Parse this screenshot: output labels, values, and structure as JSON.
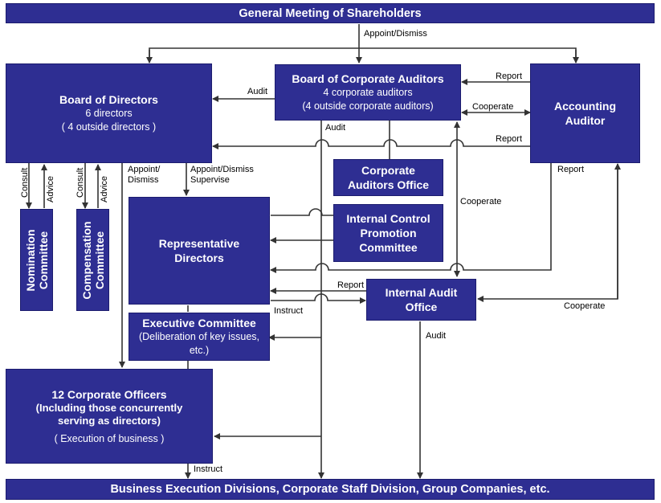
{
  "shareholders": "General Meeting of Shareholders",
  "board_directors": {
    "title": "Board of Directors",
    "line1": "6 directors",
    "line2": "( 4 outside directors )"
  },
  "board_auditors": {
    "title": "Board of Corporate Auditors",
    "line1": "4 corporate auditors",
    "line2": "(4 outside corporate auditors)"
  },
  "accounting_auditor": {
    "line1": "Accounting",
    "line2": "Auditor"
  },
  "auditors_office": {
    "line1": "Corporate",
    "line2": "Auditors Office"
  },
  "internal_control": {
    "line1": "Internal Control",
    "line2": "Promotion",
    "line3": "Committee"
  },
  "nomination": {
    "line1": "Nomination",
    "line2": "Committee"
  },
  "compensation": {
    "line1": "Compensation",
    "line2": "Committee"
  },
  "representative": {
    "line1": "Representative",
    "line2": "Directors"
  },
  "internal_audit": {
    "line1": "Internal Audit",
    "line2": "Office"
  },
  "executive": {
    "title": "Executive Committee",
    "line1": "(Deliberation of key issues,",
    "line2": "etc.)"
  },
  "officers": {
    "title": "12 Corporate Officers",
    "line1": "(Including those concurrently",
    "line2": "serving as directors)",
    "line3": "( Execution of business )"
  },
  "bottom": "Business Execution Divisions, Corporate Staff Division, Group Companies, etc.",
  "labels": {
    "appoint_dismiss": "Appoint/Dismiss",
    "audit": "Audit",
    "report": "Report",
    "cooperate": "Cooperate",
    "consult": "Consult",
    "advice": "Advice",
    "appoint": "Appoint/",
    "dismiss": "Dismiss",
    "supervise": "Supervise",
    "instruct": "Instruct"
  },
  "colors": {
    "box": "#2e2e92",
    "line": "#333333"
  }
}
